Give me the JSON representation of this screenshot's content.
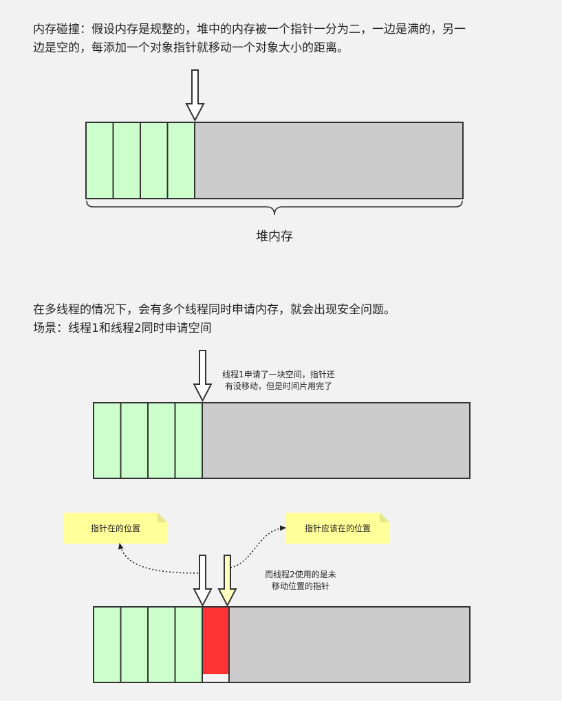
{
  "intro": {
    "line1": "内存碰撞：假设内存是规整的，堆中的内存被一个指针一分为二，一边是满的，另一",
    "line2": "边是空的，每添加一个对象指针就移动一个对象大小的距离。"
  },
  "heap_label": "堆内存",
  "scenario": {
    "line1": "在多线程的情况下，会有多个线程同时申请内存，就会出现安全问题。",
    "line2": "场景：线程1和线程2同时申请空间"
  },
  "annotation1": {
    "line1": "线程1申请了一块空间，指针还",
    "line2": "有没移动，但是时间片用完了"
  },
  "note_left": "指针在的位置",
  "note_right": "指针应该在的位置",
  "annotation2": {
    "line1": "而线程2使用的是未",
    "line2": "移动位置的指针"
  },
  "colors": {
    "used_block": "#ccffcc",
    "free_space": "#cccccc",
    "conflict_block": "#ff3333",
    "note_fill": "#ffff99",
    "pointer_fill_thread2": "#ffffc0",
    "stroke": "#333333"
  }
}
